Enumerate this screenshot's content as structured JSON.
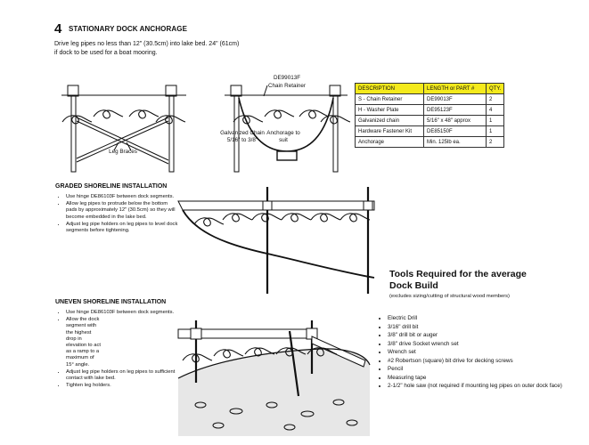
{
  "step": {
    "number": "4",
    "title": "STATIONARY DOCK ANCHORAGE",
    "intro_lines": [
      "Drive leg pipes no less than 12\" (30.5cm) into lake bed. 24\" (61cm)",
      "if dock to be used for a boat mooring."
    ]
  },
  "diagram_labels": {
    "leg_braces": "Leg Braces",
    "part_number": "DE99013F",
    "chain_retainer": "Chain Retainer",
    "galvanized_chain": [
      "Galvanized Chain",
      "5/16\" to 3/8\""
    ],
    "anchorage": [
      "Anchorage to",
      "suit"
    ]
  },
  "parts_table": {
    "headers": [
      "DESCRIPTION",
      "LENGTH or PART #",
      "QTY."
    ],
    "rows": [
      [
        "S - Chain Retainer",
        "DE99013F",
        "2"
      ],
      [
        "H - Washer Plate",
        "DE95123F",
        "4"
      ],
      [
        "Galvanized chain",
        "5/16\" x 48\" approx",
        "1"
      ],
      [
        "Hardware Fastener Kit",
        "DE85150F",
        "1"
      ],
      [
        "Anchorage",
        "Min. 125lb ea.",
        "2"
      ]
    ]
  },
  "graded": {
    "title": "GRADED SHORELINE INSTALLATION",
    "bullets": [
      "Use hinge DE86103F between dock segments.",
      "Allow leg pipes to protrude below the bottom pads by approximately 12\" (30.5cm) so they will become embedded in the lake bed.",
      "Adjust leg pipe holders on leg pipes to level dock segments before tightening."
    ]
  },
  "uneven": {
    "title": "UNEVEN SHORELINE INSTALLATION",
    "bullets": [
      "Use hinge DE86103F between dock segments.",
      "Allow the dock segment with the highest drop in elevation to act as a ramp to a maximum of 15° angle.",
      "Adjust leg pipe holders on leg pipes to sufficient contact with lake bed.",
      "Tighten leg holders."
    ]
  },
  "tools": {
    "title_lines": [
      "Tools Required for the average",
      "Dock Build"
    ],
    "subtitle": "(excludes sizing/cutting of structural wood members)",
    "items": [
      "Electric Drill",
      "3/16\" drill bit",
      "3/8\" drill bit or auger",
      "3/8\" drive Socket wrench set",
      "Wrench set",
      "#2 Robertson (square) bit drive for decking screws",
      "Pencil",
      "Measuring tape",
      "2-1/2\" hole saw (not required if mounting leg pipes on outer dock face)"
    ]
  }
}
